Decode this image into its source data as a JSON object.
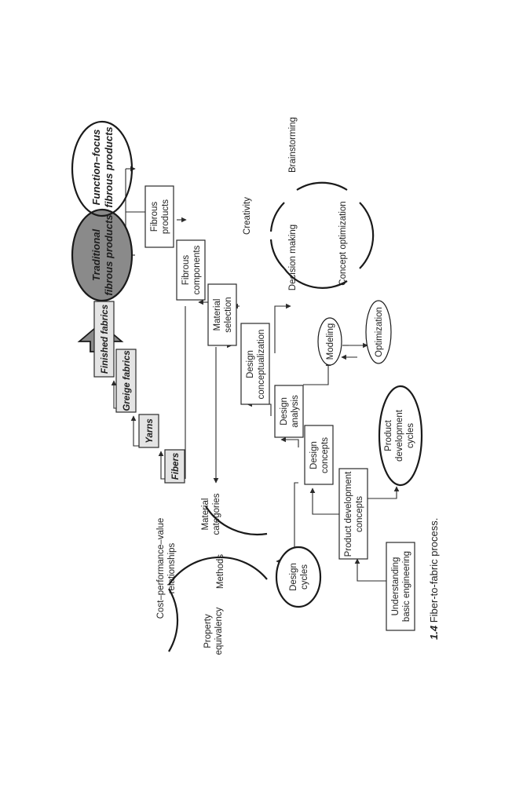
{
  "diagram": {
    "fabric_chain": {
      "fibers": "Fibers",
      "yarns": "Yarns",
      "greige_fabrics": "Greige fabrics",
      "finished_fabrics": "Finished fabrics"
    },
    "products": {
      "traditional": [
        "Traditional",
        "fibrous products"
      ],
      "function_focus": [
        "Function–focus",
        "fibrous products"
      ]
    },
    "steps": {
      "fibrous_products": [
        "Fibrous",
        "products"
      ],
      "fibrous_components": [
        "Fibrous",
        "components"
      ],
      "material_selection": [
        "Material",
        "selection"
      ],
      "design_conceptualization": [
        "Design",
        "conceptualization"
      ],
      "design_analysis": [
        "Design",
        "analysis"
      ],
      "design_concepts": [
        "Design",
        "concepts"
      ],
      "product_development_concepts": [
        "Product development",
        "concepts"
      ],
      "understanding_basic_engineering": [
        "Understanding",
        "basic engineering"
      ]
    },
    "ellipses": {
      "modeling": "Modeling",
      "optimization": "Optimization",
      "product_development_cycles": [
        "Product",
        "development",
        "cycles"
      ],
      "design_cycles": [
        "Design",
        "cycles"
      ]
    },
    "creativity_cycle": {
      "creativity": "Creativity",
      "brainstorming": "Brainstorming",
      "concept_optimization": "Concept optimization",
      "decision_making": "Decision making"
    },
    "materials_cycle": {
      "cost_performance": [
        "Cost–performance–value",
        "relationships"
      ],
      "material_categories": [
        "Material",
        "categories"
      ],
      "methods": "Methods",
      "property_equivalency": [
        "Property",
        "equivalency"
      ]
    },
    "caption": {
      "number": "1.4",
      "text": "Fiber-to-fabric process."
    }
  },
  "colors": {
    "traditional_fill": "#8a8a8a",
    "fabric_box_fill": "#e4e4e4",
    "arrow_fill": "#8a8a8a"
  }
}
